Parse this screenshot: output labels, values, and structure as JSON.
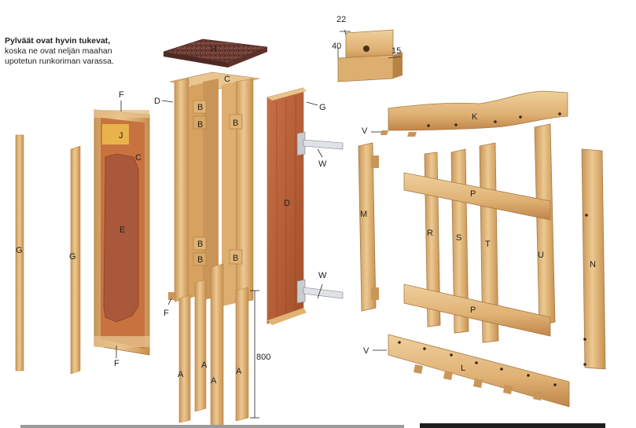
{
  "caption": {
    "bold": "Pylväät ovat hyvin tukevat,",
    "line1": "koska ne ovat neljän maahan",
    "line2": "upotetun runkoriman varassa."
  },
  "dimensions": {
    "d22": "22",
    "d40": "40",
    "d15": "15",
    "d800": "800"
  },
  "labels": {
    "H": "H",
    "C": "C",
    "D": "D",
    "B": "B",
    "F": "F",
    "J": "J",
    "E": "E",
    "G": "G",
    "W": "W",
    "K": "K",
    "V": "V",
    "M": "M",
    "P": "P",
    "R": "R",
    "S": "S",
    "T": "T",
    "U": "U",
    "N": "N",
    "L": "L",
    "A": "A"
  },
  "colors": {
    "wood_light": "#e8c48c",
    "wood_mid": "#d9a765",
    "wood_dark": "#b9854a",
    "panel_board": "#b45b33",
    "granite": "#6a3a32",
    "metal": "#c9ccd1"
  }
}
